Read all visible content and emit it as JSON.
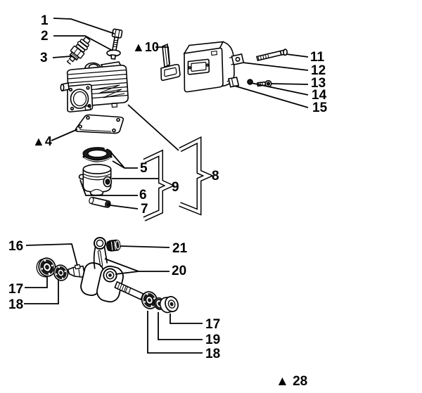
{
  "figure": {
    "kind": "exploded-parts-diagram",
    "subject": "engine cylinder, muffler, piston and crankshaft assembly",
    "colors": {
      "background": "#ffffff",
      "ink": "#000000",
      "dark_fill": "#1b1b1b"
    },
    "callouts": [
      {
        "label": "1",
        "part": "cylinder-bolt"
      },
      {
        "label": "2",
        "part": "bolt-washer"
      },
      {
        "label": "3",
        "part": "spark-plug"
      },
      {
        "label": "▲10",
        "part": "muffler-gasket-set"
      },
      {
        "label": "11",
        "part": "muffler-bolt"
      },
      {
        "label": "12",
        "part": "muffler-bracket"
      },
      {
        "label": "13",
        "part": "bracket-screw"
      },
      {
        "label": "14",
        "part": "lock-ball"
      },
      {
        "label": "15",
        "part": "muffler-tab"
      },
      {
        "label": "▲4",
        "part": "cylinder-base-gasket"
      },
      {
        "label": "5",
        "part": "piston-rings"
      },
      {
        "label": "9",
        "part": "piston-assembly-group"
      },
      {
        "label": "6",
        "part": "piston"
      },
      {
        "label": "7",
        "part": "piston-pin"
      },
      {
        "label": "8",
        "part": "cylinder-piston-group"
      },
      {
        "label": "16",
        "part": "woodruff-key"
      },
      {
        "label": "21",
        "part": "pin-bearing-cage"
      },
      {
        "label": "20",
        "part": "connecting-rod"
      },
      {
        "label": "17",
        "part": "left-outer-bearing"
      },
      {
        "label": "18",
        "part": "left-inner-bearing"
      },
      {
        "label": "17",
        "part": "right-outer-drum"
      },
      {
        "label": "19",
        "part": "right-washer"
      },
      {
        "label": "18",
        "part": "right-bearing"
      },
      {
        "label": "▲ 28",
        "part": "assembly-reference"
      }
    ]
  }
}
